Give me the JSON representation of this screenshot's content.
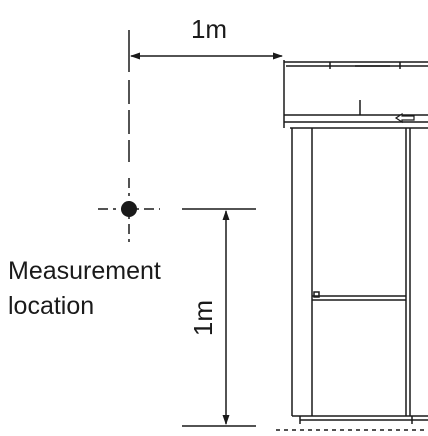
{
  "labels": {
    "horizontal_distance": "1m",
    "vertical_distance": "1m",
    "measurement_line1": "Measurement",
    "measurement_line2": "location"
  },
  "colors": {
    "ink": "#1a1a1a",
    "background": "#ffffff"
  }
}
